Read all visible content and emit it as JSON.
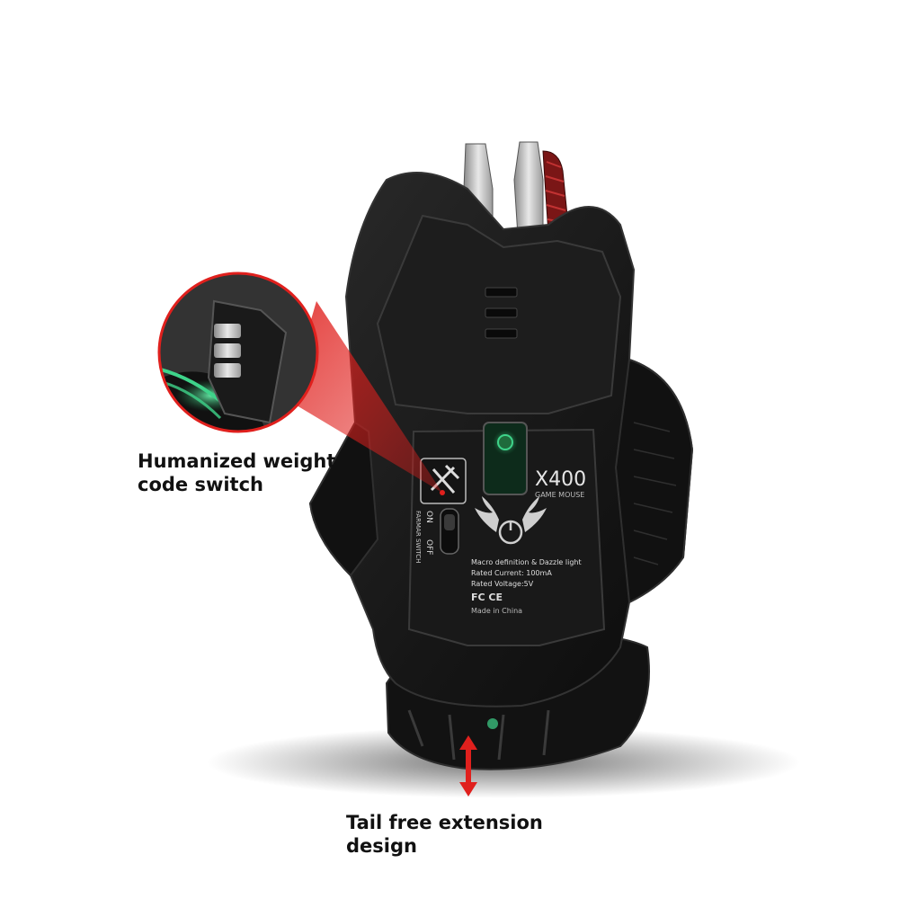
{
  "captions": {
    "weight_switch": "Humanized weight code switch",
    "tail": "Tail free extension design"
  },
  "mouse_label": {
    "model": "X400",
    "subtitle": "GAME MOUSE",
    "line1": "Macro definition & Dazzle light",
    "line2": "Rated Current: 100mA",
    "line3": "Rated Voltage:5V",
    "certs": "FC CE",
    "origin": "Made in China",
    "switch_on": "ON",
    "switch_off": "OFF",
    "switch_name": "FARMAR SWITCH"
  },
  "colors": {
    "body": "#1b1b1b",
    "accent_red": "#e0201d",
    "glow_green": "#3ed38a"
  }
}
